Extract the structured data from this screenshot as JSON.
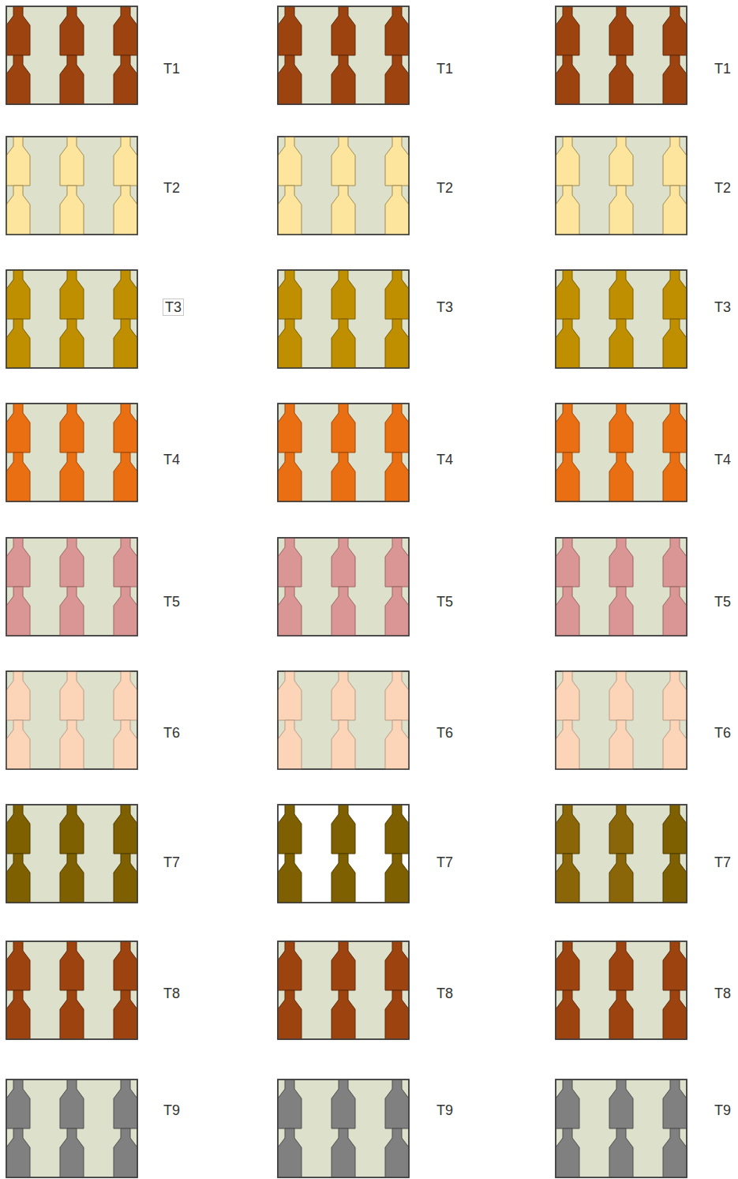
{
  "diagram": {
    "nodes": [
      {
        "text": [
          "T1"
        ]
      },
      {
        "text": [
          "T1"
        ]
      },
      {
        "text": [
          "T1"
        ]
      },
      {
        "text": [
          "T2"
        ]
      },
      {
        "text": [
          "T2"
        ]
      },
      {
        "text": [
          "T2"
        ]
      },
      {
        "text": [
          "T3"
        ]
      },
      {
        "text": [
          "T3"
        ]
      },
      {
        "text": [
          "T3"
        ]
      },
      {
        "text": [
          "T4"
        ]
      },
      {
        "text": [
          "T4"
        ]
      },
      {
        "text": [
          "T4"
        ]
      },
      {
        "text": [
          "T5"
        ]
      },
      {
        "text": [
          "T5"
        ]
      },
      {
        "text": [
          "T5"
        ]
      },
      {
        "text": [
          "T6"
        ]
      },
      {
        "text": [
          "T6"
        ]
      },
      {
        "text": [
          "T6"
        ]
      },
      {
        "text": [
          "T7"
        ]
      },
      {
        "text": [
          "T7"
        ]
      },
      {
        "text": [
          "T7"
        ]
      },
      {
        "text": [
          "T8"
        ]
      },
      {
        "text": [
          "T8"
        ]
      },
      {
        "text": [
          "T8"
        ]
      },
      {
        "text": [
          "T9"
        ]
      },
      {
        "text": [
          "T9"
        ]
      },
      {
        "text": [
          "T9"
        ]
      }
    ]
  }
}
